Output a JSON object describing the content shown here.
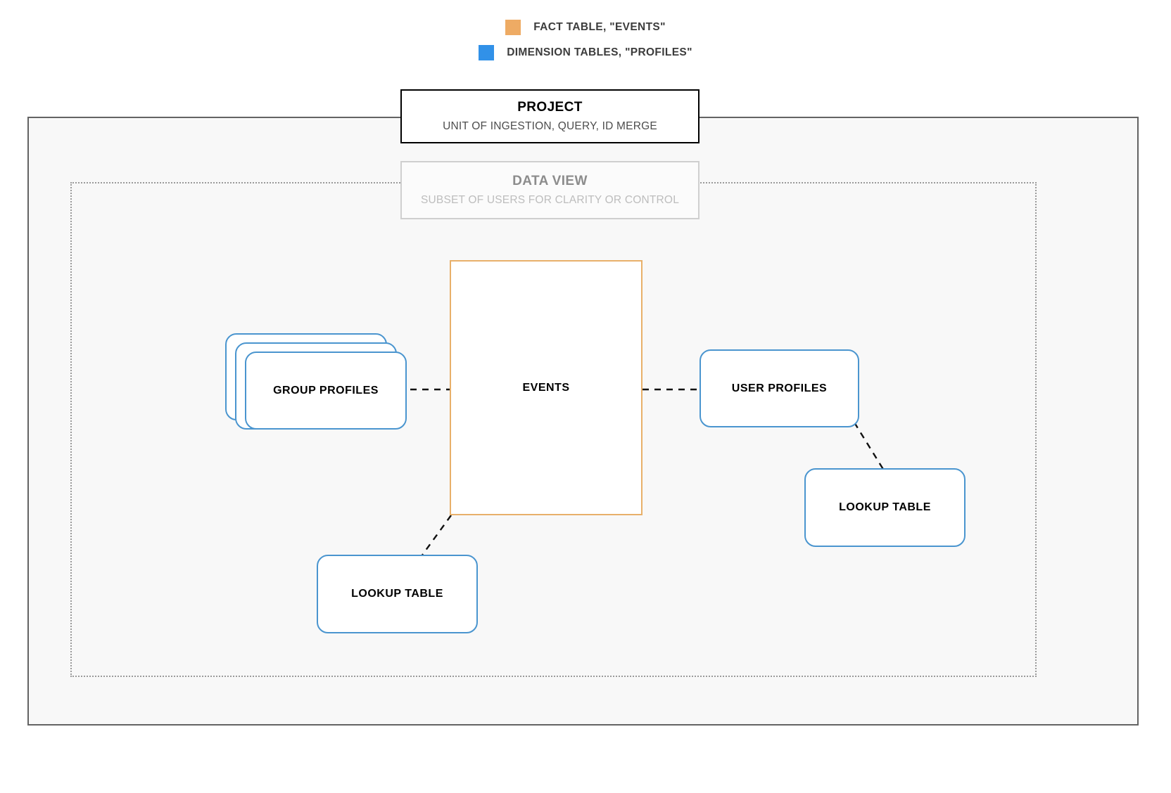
{
  "legend": {
    "items": [
      {
        "icon": "orange-square-swatch",
        "color": "#eeab64",
        "label": "FACT TABLE, \"EVENTS\""
      },
      {
        "icon": "blue-square-swatch",
        "color": "#3191e8",
        "label": "DIMENSION TABLES, \"PROFILES\""
      }
    ]
  },
  "project": {
    "title": "PROJECT",
    "subtitle": "UNIT OF INGESTION, QUERY, ID MERGE",
    "border_color": "#000000"
  },
  "data_view": {
    "title": "DATA VIEW",
    "subtitle": "SUBSET OF USERS FOR CLARITY OR CONTROL",
    "border_color": "#cfcfcf"
  },
  "fact_table": {
    "label": "EVENTS",
    "border_color": "#e8b06a"
  },
  "dimension_tables": {
    "border_color": "#4a95cf",
    "group_profiles": {
      "label": "GROUP PROFILES",
      "stack_count": 3
    },
    "user_profiles": {
      "label": "USER PROFILES"
    },
    "lookup_table_right": {
      "label": "LOOKUP TABLE"
    },
    "lookup_table_left": {
      "label": "LOOKUP TABLE"
    }
  },
  "connectors": {
    "style": "dashed",
    "color": "#111111",
    "edges": [
      {
        "from": "group-profiles",
        "to": "events"
      },
      {
        "from": "events",
        "to": "user-profiles"
      },
      {
        "from": "user-profiles",
        "to": "lookup-table-right"
      },
      {
        "from": "events",
        "to": "lookup-table-left"
      }
    ]
  }
}
